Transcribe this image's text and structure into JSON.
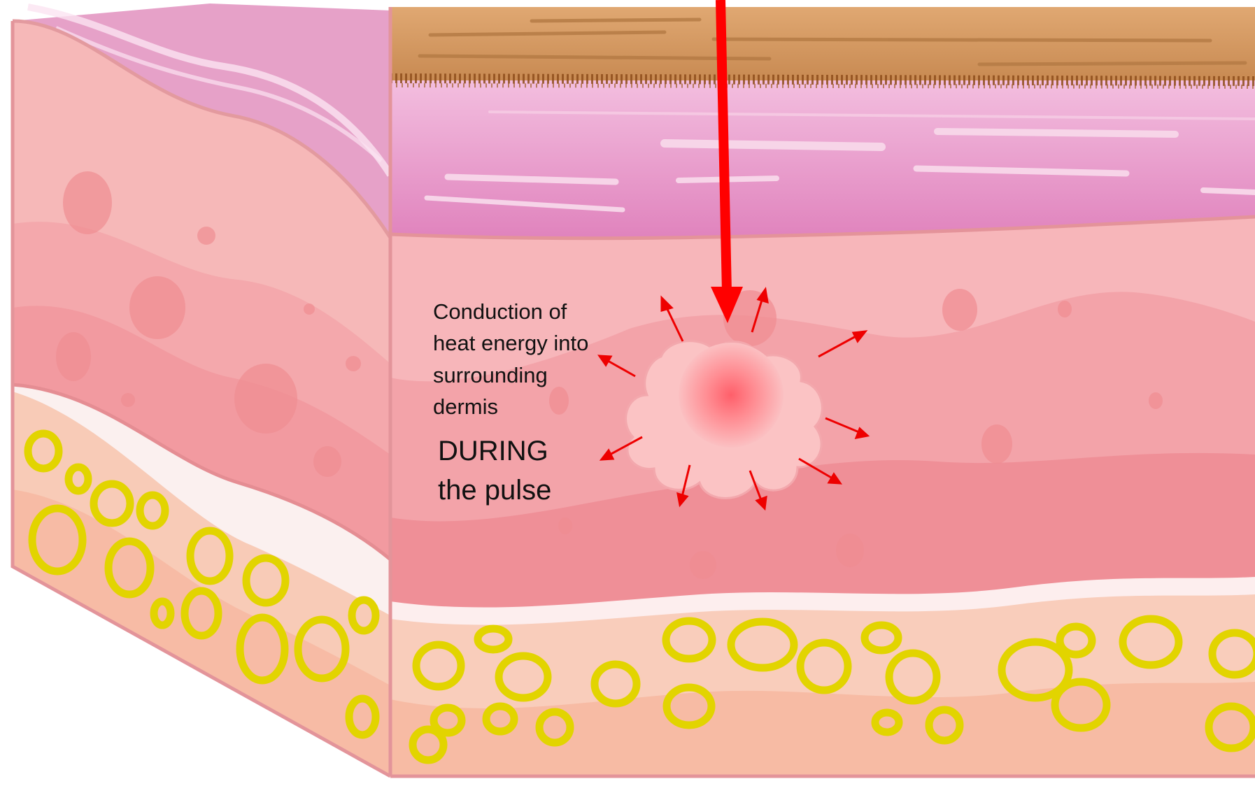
{
  "annotation": {
    "lines": [
      "Conduction of",
      "heat energy into",
      "surrounding",
      "dermis"
    ],
    "emphasis": [
      "DURING",
      "the pulse"
    ]
  },
  "colors": {
    "laser_arrow": "#ff0000",
    "heat_arrows": "#ee0000",
    "hair_shaft": "#c8884f",
    "epidermis": "#e58fc1",
    "dermis": "#f4a5a7",
    "fat_cells": "#e2d400",
    "subcutis": "#f9c2ad"
  },
  "icons": {
    "heat_source": "heat-burst-icon",
    "laser_beam": "laser-arrow-icon"
  }
}
